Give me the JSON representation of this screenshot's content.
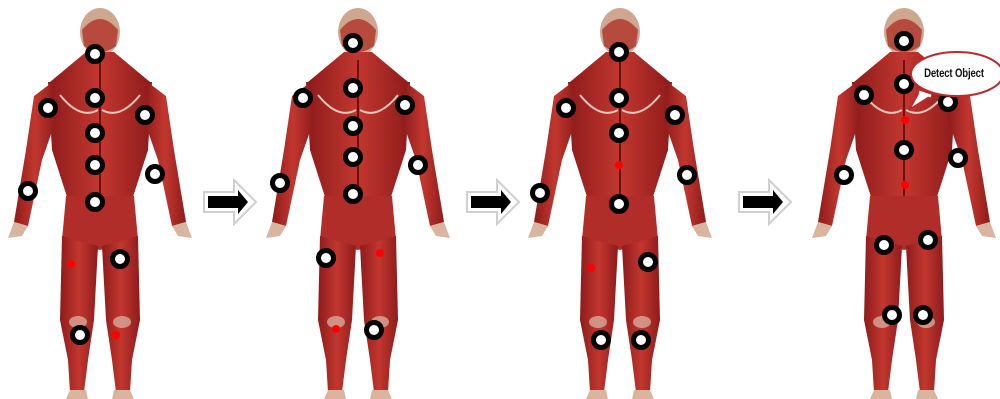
{
  "callout": {
    "label": "Detect Object"
  },
  "colors": {
    "muscle": "#b52a2a",
    "muscle_dark": "#7e1414",
    "muscle_light": "#d9564f",
    "tendon": "#e9d6c8",
    "keypoint_ring": "#000000",
    "keypoint_fill": "#ffffff",
    "detected_point": "#ff0000",
    "arrow_fill": "#000000",
    "arrow_outline": "#cfcfcf"
  },
  "icons": [
    "human-body-muscle-figure",
    "black-ring-keypoint",
    "red-dot-detected-point",
    "right-arrow",
    "speech-bubble"
  ]
}
